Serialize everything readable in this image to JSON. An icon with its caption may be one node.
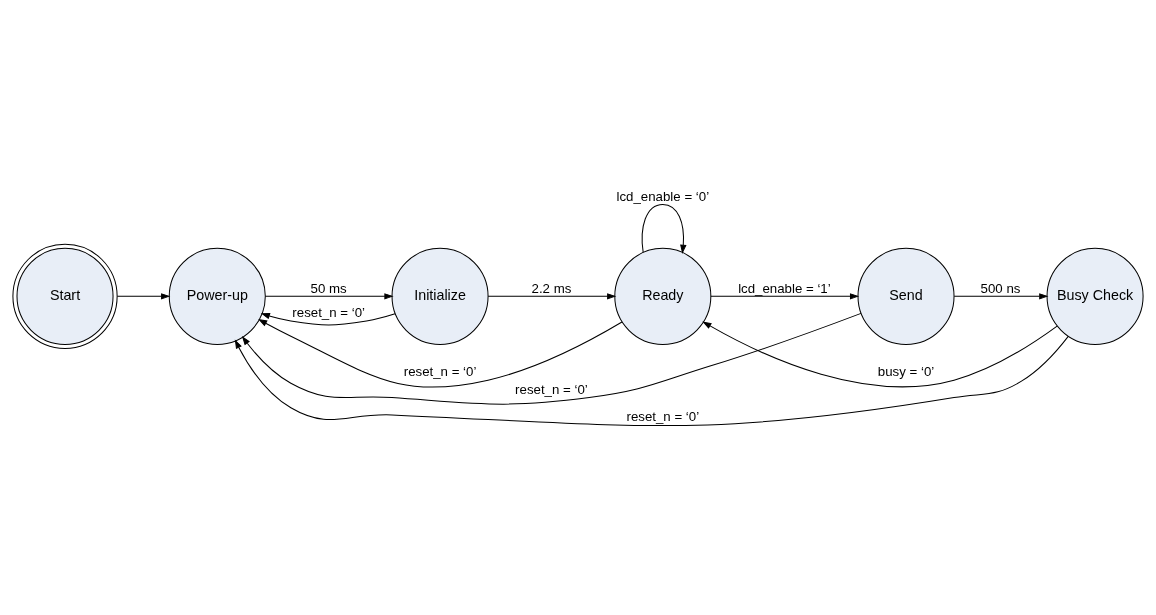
{
  "diagram": {
    "nodes": [
      {
        "text": [
          "Start"
        ]
      },
      {
        "text": [
          "Power-up"
        ]
      },
      {
        "text": [
          "Initialize"
        ]
      },
      {
        "text": [
          "Ready"
        ]
      },
      {
        "text": [
          "Send"
        ]
      },
      {
        "text": [
          "Busy Check"
        ]
      }
    ],
    "edges": [
      {
        "from": 0,
        "to": 1,
        "arrow": "to"
      },
      {
        "from": 1,
        "to": 2,
        "arrow": "to",
        "label": "50 ms"
      },
      {
        "from": 2,
        "to": 1,
        "arrow": "to",
        "label": "reset_n = ‘0’"
      },
      {
        "from": 2,
        "to": 3,
        "arrow": "to",
        "label": "2.2 ms"
      },
      {
        "from": 3,
        "to": 1,
        "arrow": "to",
        "label": "reset_n = ‘0’"
      },
      {
        "from": 3,
        "to": 3,
        "arrow": "to",
        "label": "lcd_enable = ‘0’"
      },
      {
        "from": 3,
        "to": 4,
        "arrow": "to",
        "label": "lcd_enable = ‘1’"
      },
      {
        "from": 4,
        "to": 1,
        "arrow": "to",
        "label": "reset_n = ‘0’"
      },
      {
        "from": 4,
        "to": 5,
        "arrow": "to",
        "label": "500 ns"
      },
      {
        "from": 5,
        "to": 3,
        "arrow": "to",
        "label": "busy = ‘0’"
      },
      {
        "from": 5,
        "to": 1,
        "arrow": "to",
        "label": "reset_n = ‘0’"
      }
    ]
  }
}
